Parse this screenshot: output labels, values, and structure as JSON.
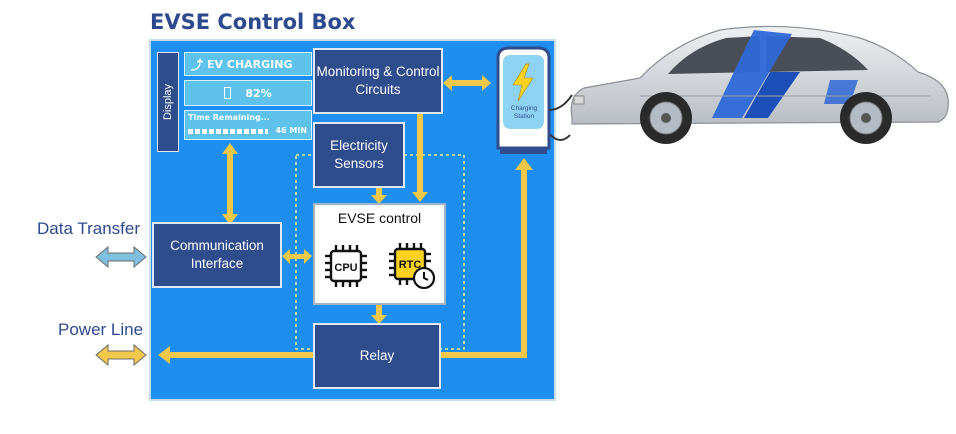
{
  "title": "EVSE Control Box",
  "labels": {
    "data_transfer": "Data Transfer",
    "power_line": "Power Line"
  },
  "display": {
    "side_label": "Display",
    "status": "EV CHARGING",
    "battery": "82%",
    "time_label": "Time Remaining...",
    "time_value": "46 MIN"
  },
  "blocks": {
    "monitoring": "Monitoring & Control Circuits",
    "sensors": "Electricity Sensors",
    "comm": "Communication Interface",
    "evse": "EVSE control",
    "relay": "Relay"
  },
  "chips": {
    "cpu": "CPU",
    "rtc": "RTC"
  },
  "station": {
    "line1": "Charging",
    "line2": "Station"
  },
  "colors": {
    "box_blue": "#1e8ef0",
    "navy": "#2f4c8c",
    "arrow_yellow": "#f2c84b",
    "arrow_blue": "#7fbfe0",
    "display_cyan": "#5fc2ea",
    "chip_yellow": "#ffd21f"
  }
}
